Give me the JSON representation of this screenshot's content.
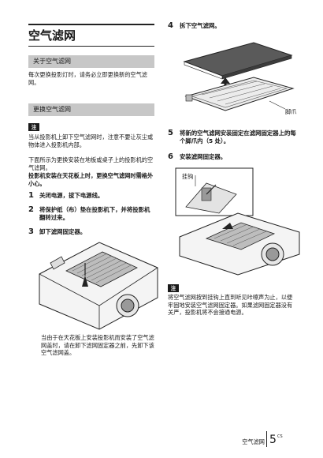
{
  "page": {
    "title": "空气滤网",
    "section1": {
      "heading": "关于空气滤网",
      "body": "每次更换投影灯时，请务必立即更换新的空气滤网。"
    },
    "section2": {
      "heading": "更换空气滤网",
      "note_label": "注",
      "note": "当从投影机上卸下空气滤网时，注意不要让灰尘或物体进入投影机内部。",
      "intro": "下面所示为更换安装在地板或桌子上的投影机的空气滤网。",
      "intro_bold": "投影机安装在天花板上时，更换空气滤网时需格外小心。"
    },
    "steps": [
      {
        "num": "1",
        "text": "关闭电源，拔下电源线。"
      },
      {
        "num": "2",
        "text": "将保护纸（布）垫在投影机下，并将投影机翻转过来。"
      },
      {
        "num": "3",
        "text": "卸下滤网固定器。"
      },
      {
        "num": "4",
        "text": "拆下空气滤网。"
      },
      {
        "num": "5",
        "text": "将新的空气滤网安装固定在滤网固定器上的每个脚爪内（5 处）。"
      },
      {
        "num": "6",
        "text": "安装滤网固定器。"
      }
    ],
    "caption_step3": "当由于在天花板上安装投影机而安装了空气滤网盖时，请在卸下滤网固定器之前，先卸下该空气滤网盖。",
    "label_claw": "脚爪",
    "label_hook": "挂钩",
    "note2_label": "注",
    "note2": "将空气滤网按到挂钩上直到听见咔嚓声为止，以便牢固地安装空气滤网固定器。如果滤网固定器没有关严，投影机将不会接通电源。",
    "footer": {
      "section": "空气滤网",
      "page_num": "5",
      "lang": "CS"
    }
  }
}
